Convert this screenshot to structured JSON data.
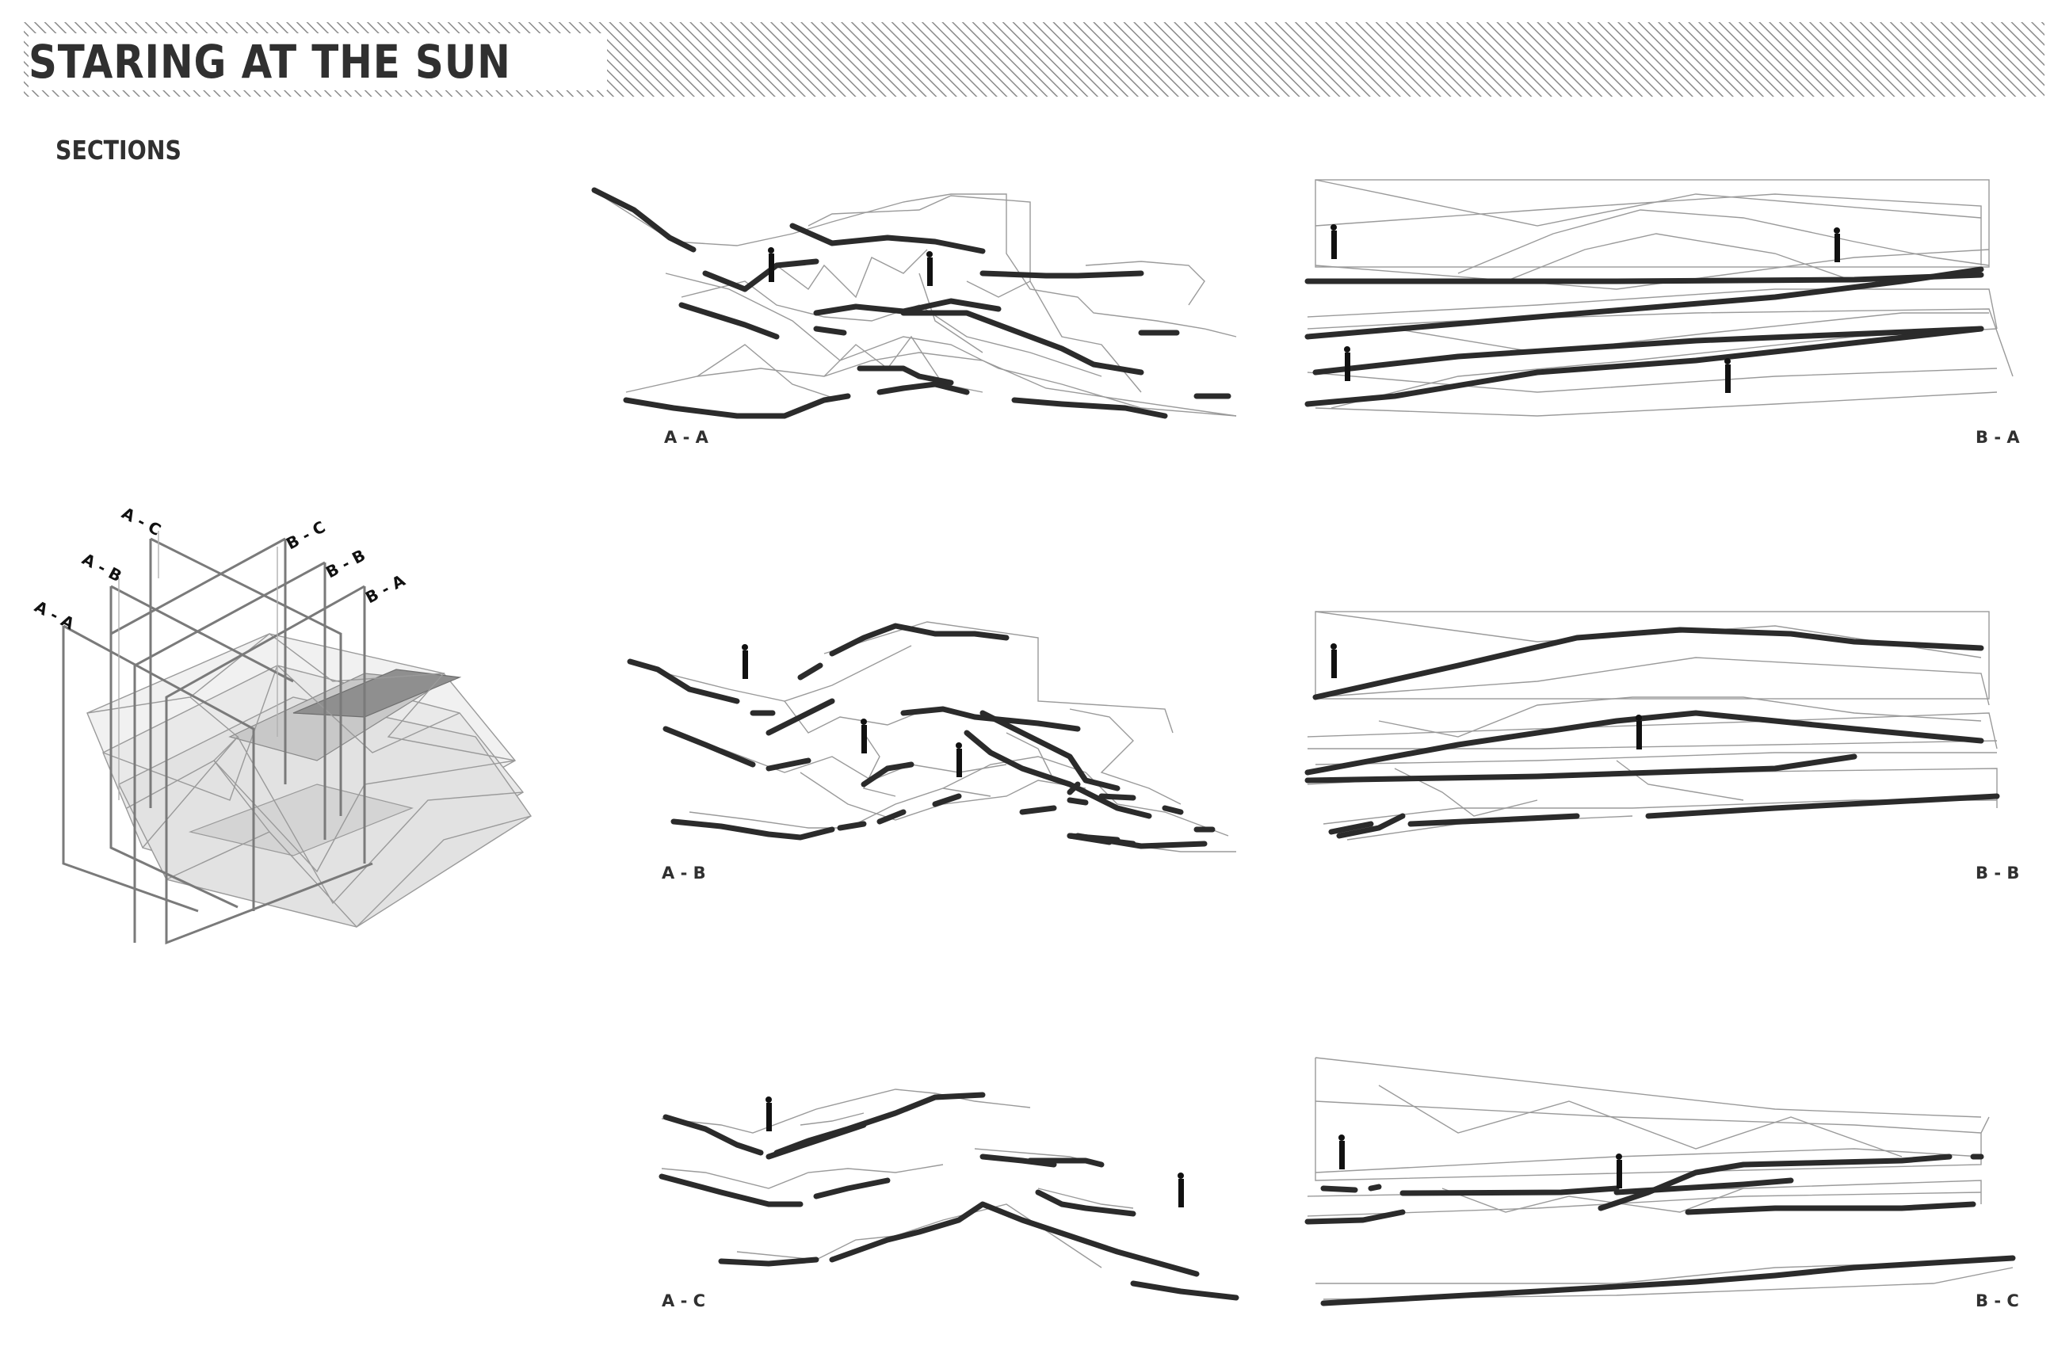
{
  "header": {
    "title": "STARING AT THE SUN"
  },
  "page": {
    "heading": "SECTIONS"
  },
  "key_plan": {
    "cut_labels": [
      "A - A",
      "A - B",
      "A - C",
      "B - C",
      "B - B",
      "B - A"
    ]
  },
  "sections": [
    {
      "id": "aa",
      "label": "A - A"
    },
    {
      "id": "ba",
      "label": "B - A"
    },
    {
      "id": "ab",
      "label": "A - B"
    },
    {
      "id": "bb",
      "label": "B - B"
    },
    {
      "id": "ac",
      "label": "A - C"
    },
    {
      "id": "bc",
      "label": "B - C"
    }
  ],
  "colors": {
    "ink": "#303030",
    "wire": "#9a9a9a",
    "slab": "#2b2b2b",
    "hatch": "#8a8a8a"
  }
}
